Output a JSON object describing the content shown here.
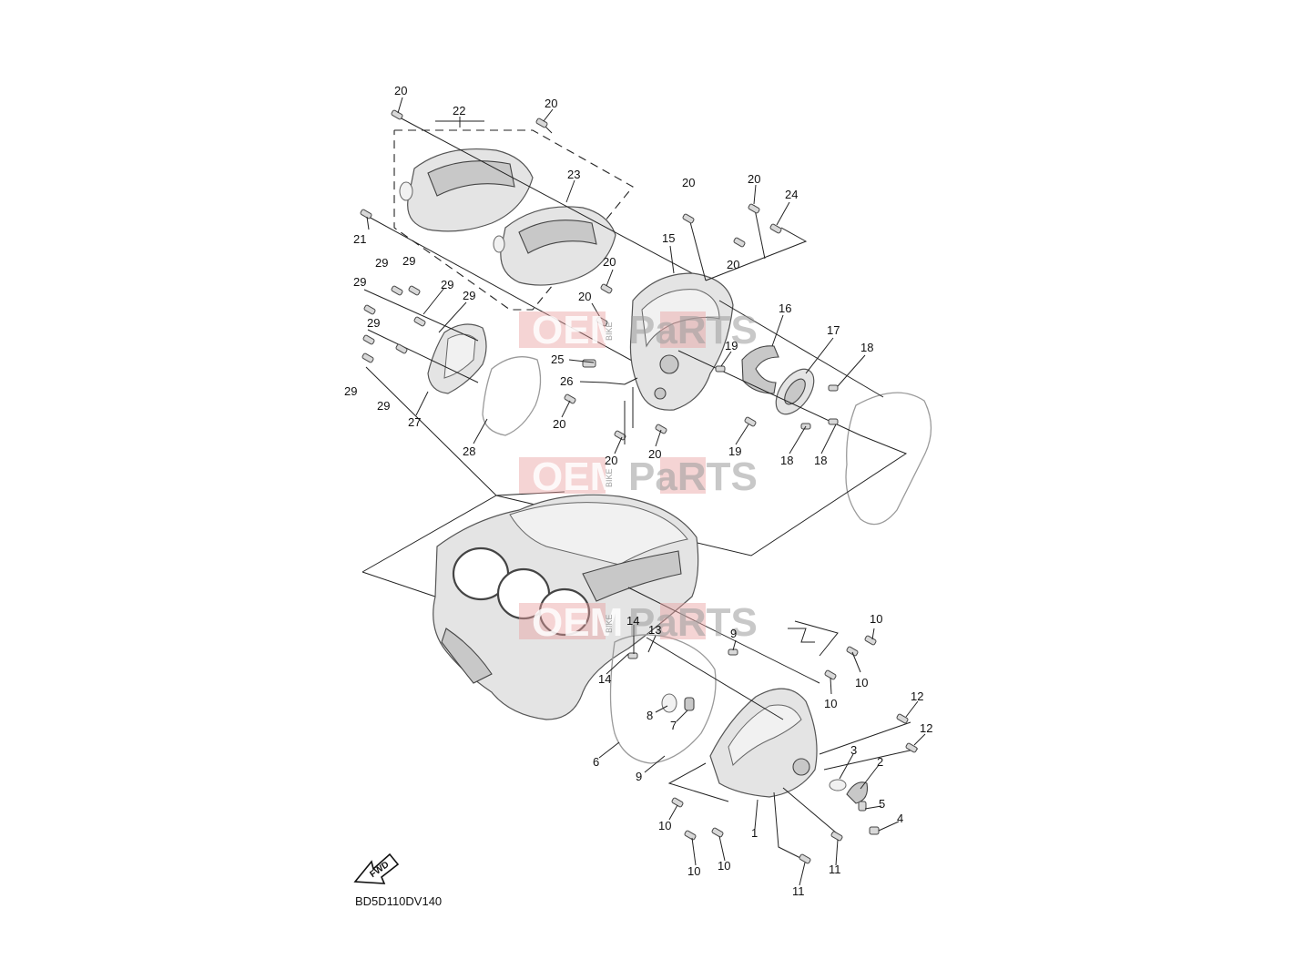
{
  "diagram": {
    "code": "BD5D110DV140",
    "fwd_label": "FWD",
    "watermark": {
      "left": "OEM",
      "middle": "BIKE",
      "right": "PaRTS"
    },
    "callouts": [
      "20",
      "20",
      "22",
      "23",
      "20",
      "20",
      "24",
      "21",
      "15",
      "20",
      "29",
      "29",
      "29",
      "29",
      "20",
      "29",
      "20",
      "16",
      "29",
      "19",
      "17",
      "25",
      "18",
      "26",
      "29",
      "29",
      "27",
      "20",
      "20",
      "19",
      "18",
      "18",
      "28",
      "20",
      "10",
      "14",
      "13",
      "9",
      "10",
      "14",
      "10",
      "12",
      "8",
      "12",
      "7",
      "3",
      "2",
      "6",
      "9",
      "5",
      "4",
      "10",
      "1",
      "10",
      "10",
      "11",
      "11"
    ]
  }
}
